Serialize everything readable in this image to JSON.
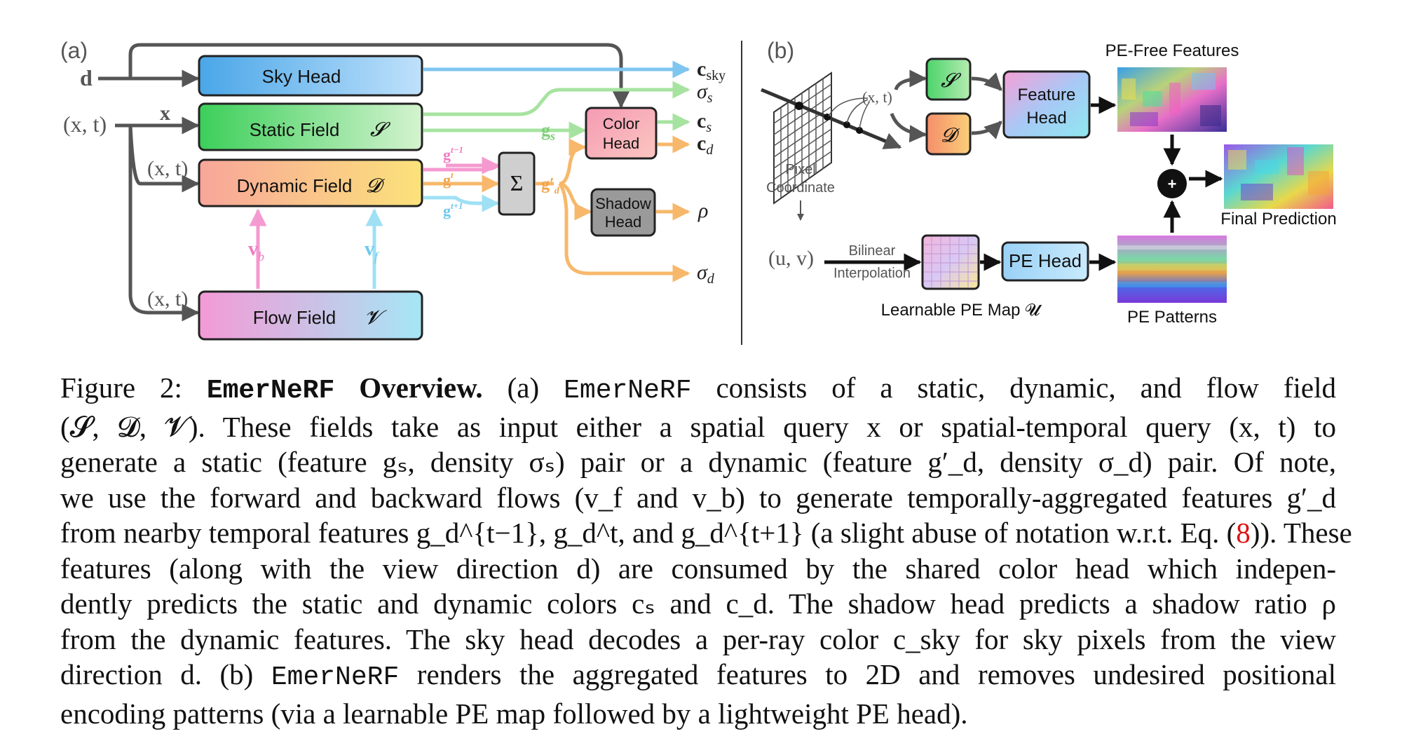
{
  "panel_a": {
    "label": "(a)",
    "inputs": {
      "d": "d",
      "xt": "(x, t)",
      "x": "x",
      "xt_dyn": "(x, t)",
      "xt_flow": "(x, t)"
    },
    "boxes": {
      "sky_head": "Sky Head",
      "static_field": "Static Field",
      "static_sym": "𝓢",
      "dynamic_field": "Dynamic Field",
      "dynamic_sym": "𝓓",
      "flow_field": "Flow Field",
      "flow_sym": "𝓥",
      "sum": "Σ",
      "color_head_l1": "Color",
      "color_head_l2": "Head",
      "shadow_head_l1": "Shadow",
      "shadow_head_l2": "Head"
    },
    "flows": {
      "vb": "v",
      "vb_sub": "b",
      "vf": "v",
      "vf_sub": "f"
    },
    "features": {
      "gs": "g",
      "gs_sub": "s",
      "gd_prev": "g",
      "gd_prev_sup": "t−1",
      "gd_cur": "g",
      "gd_cur_sup": "t",
      "gd_next": "g",
      "gd_next_sup": "t+1",
      "gd_sub": "d",
      "gd_agg": "g′",
      "gd_agg_sub": "d"
    },
    "outputs": {
      "c_sky": "c",
      "c_sky_sub": "sky",
      "sigma_s": "σ",
      "sigma_s_sub": "s",
      "c_s": "c",
      "c_s_sub": "s",
      "c_d": "c",
      "c_d_sub": "d",
      "rho": "ρ",
      "sigma_d": "σ",
      "sigma_d_sub": "d"
    }
  },
  "panel_b": {
    "label": "(b)",
    "pixel_coordinate_l1": "Pixel",
    "pixel_coordinate_l2": "Coordinate",
    "xt": "(x, t)",
    "s_sym": "𝓢",
    "d_sym": "𝓓",
    "feature_head_l1": "Feature",
    "feature_head_l2": "Head",
    "pe_free_title": "PE-Free Features",
    "final_prediction": "Final Prediction",
    "plus": "+",
    "uv": "(u, v)",
    "bilinear_l1": "Bilinear",
    "bilinear_l2": "Interpolation",
    "pe_map_label": "Learnable PE Map 𝓤",
    "pe_head": "PE Head",
    "pe_patterns": "PE Patterns"
  },
  "caption": {
    "l1a": "Figure 2: ",
    "l1b": "EmerNeRF",
    "l1c": " Overview.",
    "l1d": "  (a) ",
    "l1e": "EmerNeRF",
    "l1f": " consists of a static, dynamic, and flow field",
    "l2": "(𝓢, 𝓓, 𝓥).  These fields take as input either a spatial query x or spatial-temporal query (x, t) to",
    "l3": "generate a static (feature gₛ, density σₛ) pair or a dynamic (feature g′_d, density σ_d) pair.  Of note,",
    "l4": "we use the forward and backward flows (v_f and v_b) to generate temporally-aggregated features g′_d",
    "l5a": "from nearby temporal features g_d^{t−1}, g_d^t, and g_d^{t+1} (a slight abuse of notation w.r.t. Eq. (",
    "l5b": "8",
    "l5c": ")).  These",
    "l6": "features (along with the view direction d) are consumed by the shared color head which indepen-",
    "l7": "dently predicts the static and dynamic colors cₛ and c_d. The shadow head predicts a shadow ratio ρ",
    "l8": "from the dynamic features. The sky head decodes a per-ray color c_sky for sky pixels from the view",
    "l9a": "direction d. (b) ",
    "l9b": "EmerNeRF",
    "l9c": " renders the aggregated features to 2D and removes undesired positional",
    "l10": "encoding patterns (via a learnable PE map followed by a lightweight PE head)."
  }
}
